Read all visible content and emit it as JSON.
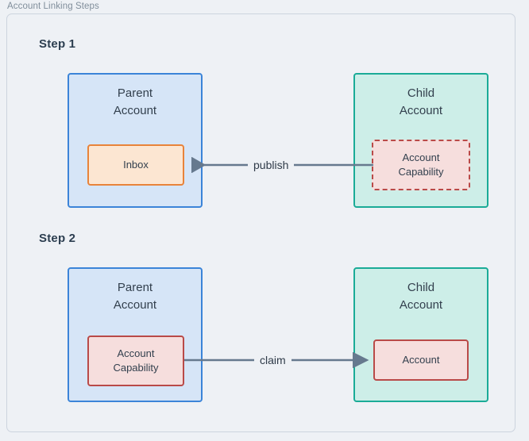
{
  "panel": {
    "title": "Account Linking Steps"
  },
  "steps": [
    {
      "label": "Step 1",
      "left_box": {
        "title": "Parent\nAccount",
        "inner": {
          "label": "Inbox",
          "style": "solid-orange"
        }
      },
      "right_box": {
        "title": "Child\nAccount",
        "inner": {
          "label": "Account\nCapability",
          "style": "dashed-red"
        }
      },
      "edge": {
        "label": "publish",
        "direction": "right-to-left"
      }
    },
    {
      "label": "Step 2",
      "left_box": {
        "title": "Parent\nAccount",
        "inner": {
          "label": "Account\nCapability",
          "style": "solid-red"
        }
      },
      "right_box": {
        "title": "Child\nAccount",
        "inner": {
          "label": "Account",
          "style": "solid-red"
        }
      },
      "edge": {
        "label": "claim",
        "direction": "left-to-right"
      }
    }
  ],
  "colors": {
    "page_background": "#eef1f5",
    "panel_border": "#ccd4de",
    "panel_title_text": "#808e9b",
    "step_label_text": "#2c3e50",
    "parent_fill": "#d6e5f7",
    "parent_border": "#3b84d8",
    "child_fill": "#cdeee8",
    "child_border": "#1aab97",
    "inbox_fill": "#fce6d2",
    "inbox_border": "#e8833a",
    "capability_fill": "#f6dedd",
    "capability_border": "#b94a48",
    "arrow": "#66798e",
    "body_text": "#33404e"
  }
}
